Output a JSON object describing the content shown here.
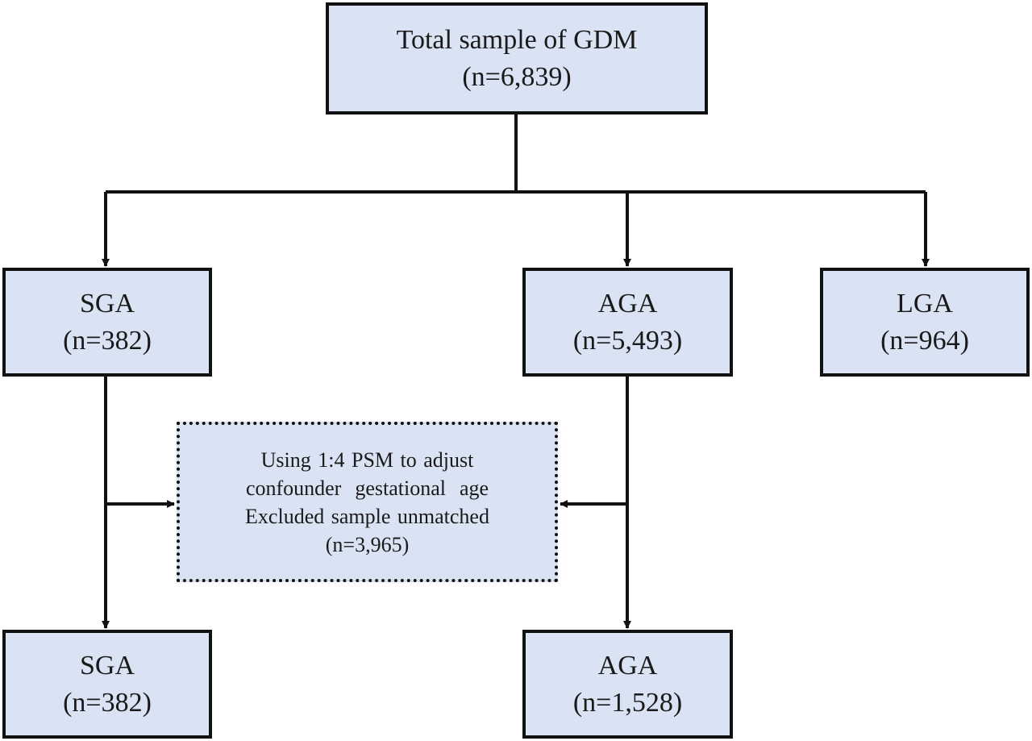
{
  "diagram": {
    "nodes": {
      "total": {
        "label": "Total sample of GDM",
        "count": "(n=6,839)"
      },
      "sga_initial": {
        "label": "SGA",
        "count": "(n=382)"
      },
      "aga_initial": {
        "label": "AGA",
        "count": "(n=5,493)"
      },
      "lga": {
        "label": "LGA",
        "count": "(n=964)"
      },
      "psm": {
        "lines": [
          "Using 1:4 PSM to adjust",
          "confounder  gestational  age",
          "Excluded sample unmatched",
          "(n=3,965)"
        ]
      },
      "sga_matched": {
        "label": "SGA",
        "count": "(n=382)"
      },
      "aga_matched": {
        "label": "AGA",
        "count": "(n=1,528)"
      }
    },
    "edges": [
      {
        "from": "total",
        "to": "sga_initial"
      },
      {
        "from": "total",
        "to": "aga_initial"
      },
      {
        "from": "total",
        "to": "lga"
      },
      {
        "from": "sga_initial",
        "to": "sga_matched"
      },
      {
        "from": "aga_initial",
        "to": "aga_matched"
      },
      {
        "from": "sga_initial",
        "to": "psm"
      },
      {
        "from": "aga_initial",
        "to": "psm"
      }
    ],
    "colors": {
      "box_fill": "#dae3f3",
      "stroke": "#111111"
    }
  }
}
